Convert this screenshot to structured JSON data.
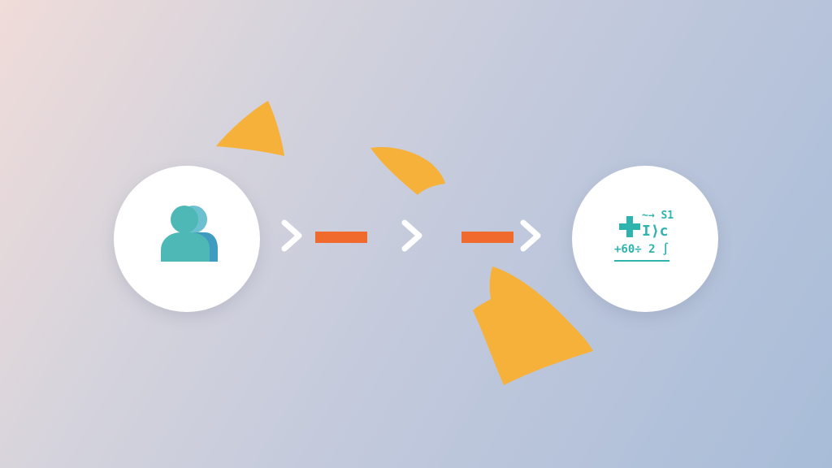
{
  "scene": {
    "background_colors": [
      "#f0dcd9",
      "#c2c9dc",
      "#a8bcd8"
    ]
  },
  "nodes": {
    "source": {
      "icon": "user-icon",
      "icon_colors": [
        "#4db8b5",
        "#6cc0cf",
        "#3f9bbf"
      ]
    },
    "target": {
      "icon": "formula-icon",
      "accent_color": "#2fb3ad",
      "line1": "~→ S1",
      "line2": "I⟩c",
      "line3": "+60÷ 2  ∫"
    }
  },
  "connector": {
    "chevron_color": "#ffffff",
    "dash_color": "#ef6a2c",
    "pattern": [
      "chevron",
      "dash",
      "chevron",
      "dash",
      "chevron"
    ]
  },
  "decorations": {
    "shard_color": "#f6b13a",
    "shard_count": 3
  }
}
